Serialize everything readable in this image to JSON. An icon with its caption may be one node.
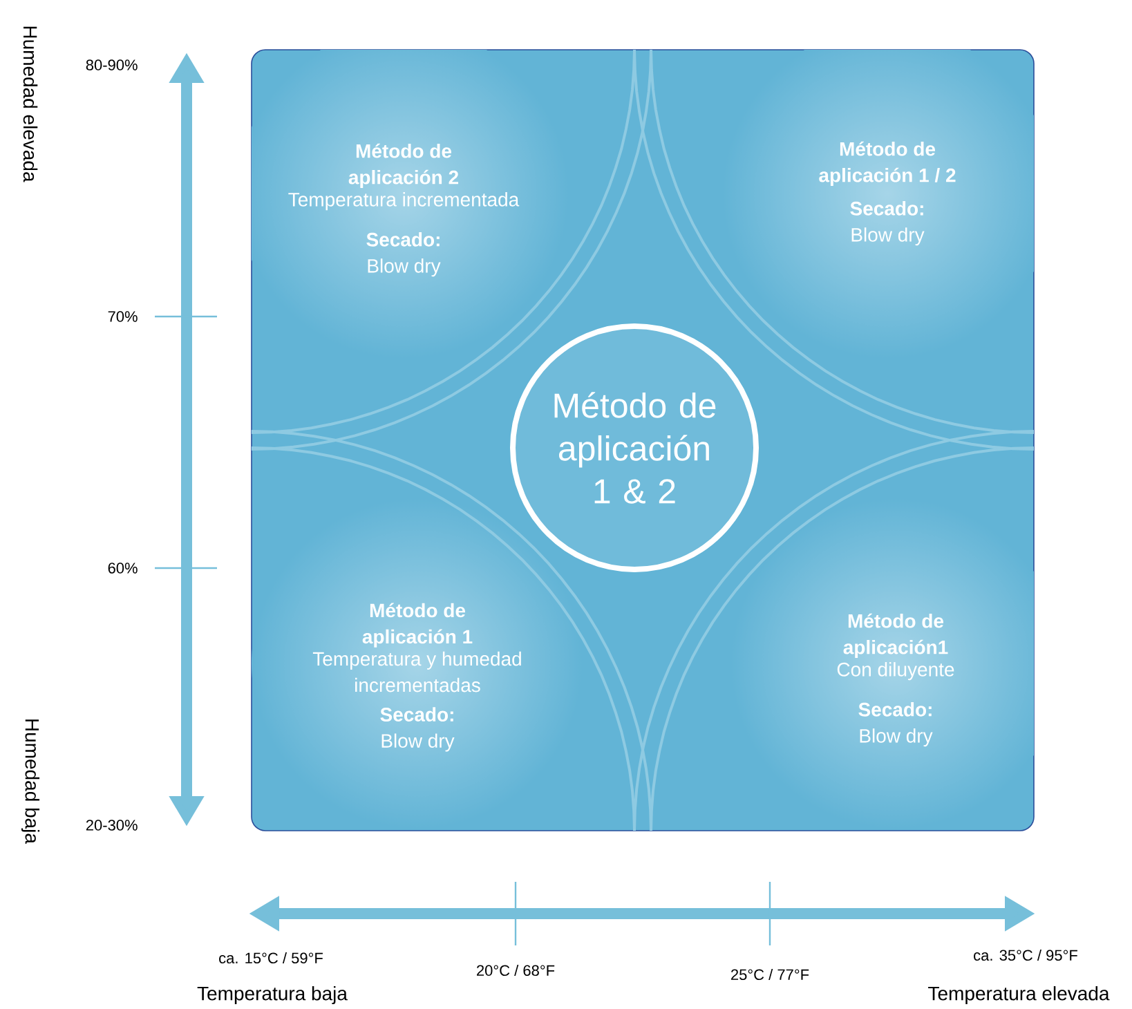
{
  "diagram": {
    "nodes": [
      {
        "text": [],
        "shape": "box"
      },
      {
        "text": [
          "Método de aplicación 2",
          "Temperatura incrementada",
          "Secado:",
          "Blow dry"
        ],
        "in": 0
      },
      {
        "text": [
          "Método de aplicación 1 / 2",
          "Secado:",
          "Blow dry"
        ],
        "in": 0
      },
      {
        "text": [
          "Método de aplicación 1 & 2"
        ],
        "in": 0
      },
      {
        "text": [
          "Método de aplicación 1",
          "Temperatura y humedad incrementadas",
          "Secado:",
          "Blow dry"
        ],
        "in": 0
      },
      {
        "text": [
          "Método de aplicación1",
          "Con diluyente",
          "Secado:",
          "Blow dry"
        ],
        "in": 0
      }
    ],
    "labels": [
      "Humedad elevada",
      "80-90%",
      "70%",
      "60%",
      "Humedad baja",
      "20-30%",
      "ca. 15°C / 59°F",
      "20°C / 68°F",
      "25°C / 77°F",
      "ca. 35°C / 95°F",
      "Temperatura baja",
      "Temperatura elevada"
    ]
  }
}
